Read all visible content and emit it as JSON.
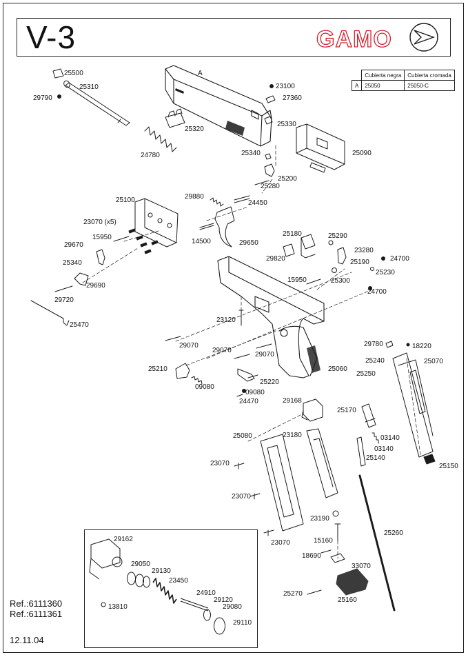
{
  "header": {
    "model": "V-3",
    "brand": "GAMO"
  },
  "versions_table": {
    "headers": [
      "",
      "Cubierta negra",
      "Cubierta cromada"
    ],
    "row": [
      "A",
      "25050",
      "25050-C"
    ]
  },
  "slide_label": "A",
  "references": [
    "Ref.:6111360",
    "Ref.:6111361"
  ],
  "date": "12.11.04",
  "part_labels": {
    "p25500": "25500",
    "p25310": "25310",
    "p29790": "29790",
    "p24780": "24780",
    "p25320": "25320",
    "p23100": "23100",
    "p27360": "27360",
    "p25330": "25330",
    "p25090": "25090",
    "p25340a": "25340",
    "p25200": "25200",
    "p25280": "25280",
    "p29880": "29880",
    "p24450": "24450",
    "p14500": "14500",
    "p29650": "29650",
    "p25100": "25100",
    "p23070x5": "23070  (x5)",
    "p15950a": "15950",
    "p29670": "29670",
    "p25340b": "25340",
    "p29690": "29690",
    "p29720": "29720",
    "p25470": "25470",
    "p25180": "25180",
    "p25290": "25290",
    "p29820": "29820",
    "p23280": "23280",
    "p25190": "25190",
    "p24700a": "24700",
    "p15950b": "15950",
    "p25300": "25300",
    "p25230": "25230",
    "p24700b": "24700",
    "p23120": "23120",
    "p29070a": "29070",
    "p29070b": "29070",
    "p29070c": "29070",
    "p25060": "25060",
    "p25210": "25210",
    "p09080a": "09080",
    "p25220": "25220",
    "p09080b": "09080",
    "p24470": "24470",
    "p29780": "29780",
    "p18220": "18220",
    "p25240": "25240",
    "p25250": "25250",
    "p25070": "25070",
    "p29168": "29168",
    "p25170": "25170",
    "p25080": "25080",
    "p23180": "23180",
    "p03140a": "03140",
    "p03140b": "03140",
    "p25140": "25140",
    "p25150": "25150",
    "p23070a": "23070",
    "p23070b": "23070",
    "p23070c": "23070",
    "p23190": "23190",
    "p15160": "15160",
    "p25260": "25260",
    "p18690": "18690",
    "p33070": "33070",
    "p25270": "25270",
    "p25160": "25160",
    "p29162": "29162",
    "p29050": "29050",
    "p29130": "29130",
    "p23450": "23450",
    "p24910": "24910",
    "p29120": "29120",
    "p29080": "29080",
    "p29110": "29110",
    "p13810": "13810"
  },
  "colors": {
    "ink": "#1a1a1a",
    "logo": "#d21f2b",
    "paper": "#ffffff"
  }
}
